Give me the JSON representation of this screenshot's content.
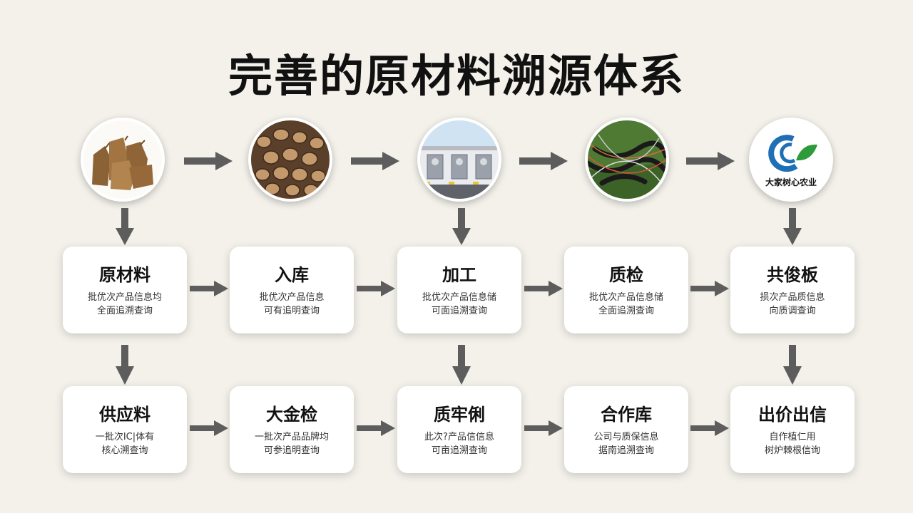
{
  "title": "完善的原材料溯源体系",
  "images": [
    {
      "icon": "sacks-photo"
    },
    {
      "icon": "beans-photo"
    },
    {
      "icon": "warehouse-photo"
    },
    {
      "icon": "wires-photo"
    },
    {
      "icon": "company-logo",
      "text": "大家树心农业"
    }
  ],
  "row1": [
    {
      "title": "原材料",
      "line1": "批优次产品信息均",
      "line2": "全面追溯查询"
    },
    {
      "title": "入库",
      "line1": "批优次产品信息",
      "line2": "可有追明查询"
    },
    {
      "title": "加工",
      "line1": "批优次产品信息储",
      "line2": "可面追溯查询"
    },
    {
      "title": "质检",
      "line1": "批优次产品信息储",
      "line2": "全面追溯查询"
    },
    {
      "title": "共俊板",
      "line1": "损次产品质信息",
      "line2": "向质调查询"
    }
  ],
  "row2": [
    {
      "title": "供应料",
      "line1": "一批次IC|体有",
      "line2": "核心溯查询"
    },
    {
      "title": "大金检",
      "line1": "一批次产品品牌均",
      "line2": "可参追明查询"
    },
    {
      "title": "质牢俐",
      "line1": "此次?产品信信息",
      "line2": "可亩追溯查询"
    },
    {
      "title": "合作库",
      "line1": "公司与质保信息",
      "line2": "据南追溯查询"
    },
    {
      "title": "出价出信",
      "line1": "自作植仁用",
      "line2": "树炉棘根信询"
    }
  ],
  "colors": {
    "arrow": "#5d5d5d",
    "background": "#f3f1ea",
    "logo_blue": "#1f6fb5",
    "logo_green": "#2e9b3a"
  }
}
